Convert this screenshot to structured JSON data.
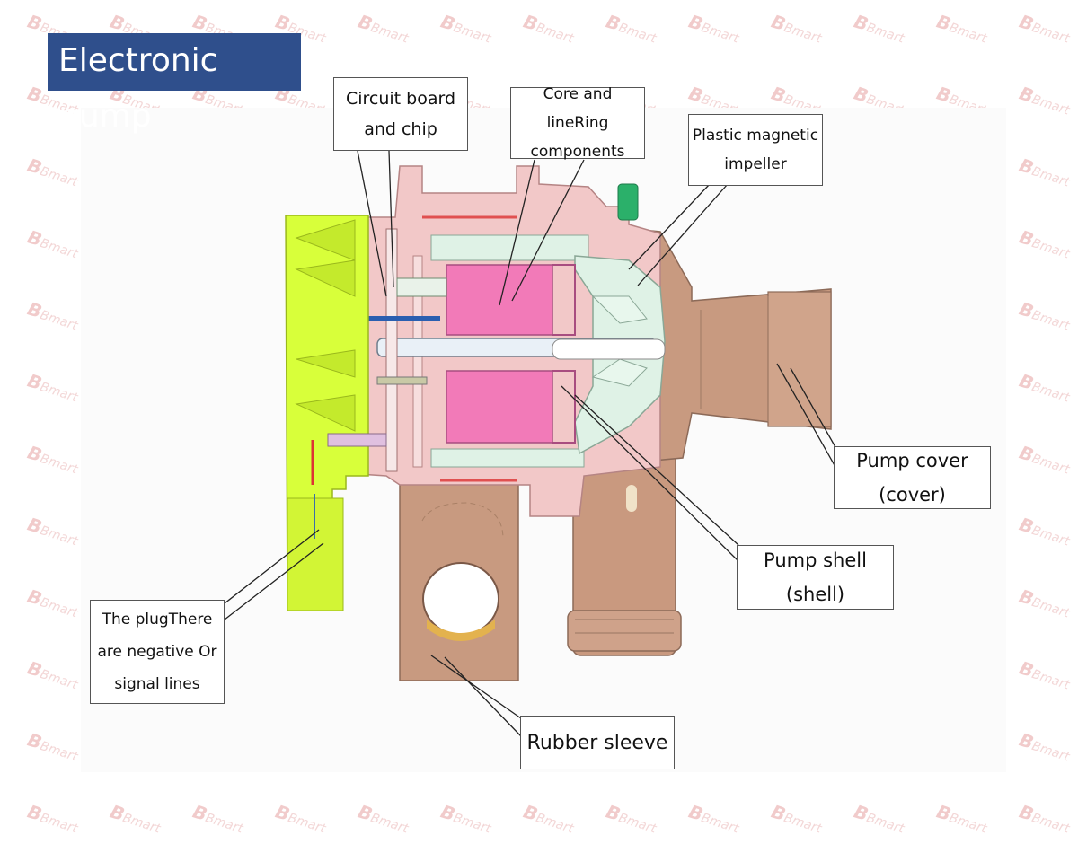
{
  "title": "Electronic pump",
  "watermark": "BBmart",
  "labels": {
    "circuit_board": "Circuit board\nand chip",
    "core": "Core and lineRing\ncomponents",
    "impeller": "Plastic magnetic\nimpeller",
    "pump_cover": "Pump cover\n(cover)",
    "pump_shell": "Pump shell\n(shell)",
    "plug": "The plugThere\nare negative Or\nsignal lines",
    "rubber_sleeve": "Rubber sleeve"
  },
  "colors": {
    "title_bg": "#2f4f8c",
    "plug": "#d8ff3a",
    "housing": "#f1c7c7",
    "coil": "#f27ab8",
    "impeller": "#dff2e6",
    "brass": "#c9987d",
    "watermark": "#f2d3d3"
  }
}
